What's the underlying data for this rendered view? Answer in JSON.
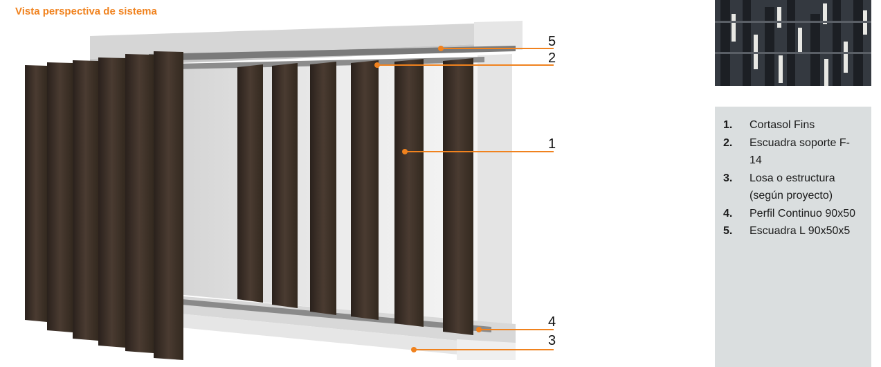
{
  "title": "Vista perspectiva de sistema",
  "accent_color": "#f0821e",
  "callouts": [
    "5",
    "2",
    "1",
    "4",
    "3"
  ],
  "legend": [
    {
      "num": "1.",
      "text": "Cortasol Fins"
    },
    {
      "num": "2.",
      "text": "Escuadra soporte F-14"
    },
    {
      "num": "3.",
      "text": "Losa o estructura (según proyecto)"
    },
    {
      "num": "4.",
      "text": "Perfil Continuo 90x50"
    },
    {
      "num": "5.",
      "text": "Escuadra L 90x50x5"
    }
  ]
}
